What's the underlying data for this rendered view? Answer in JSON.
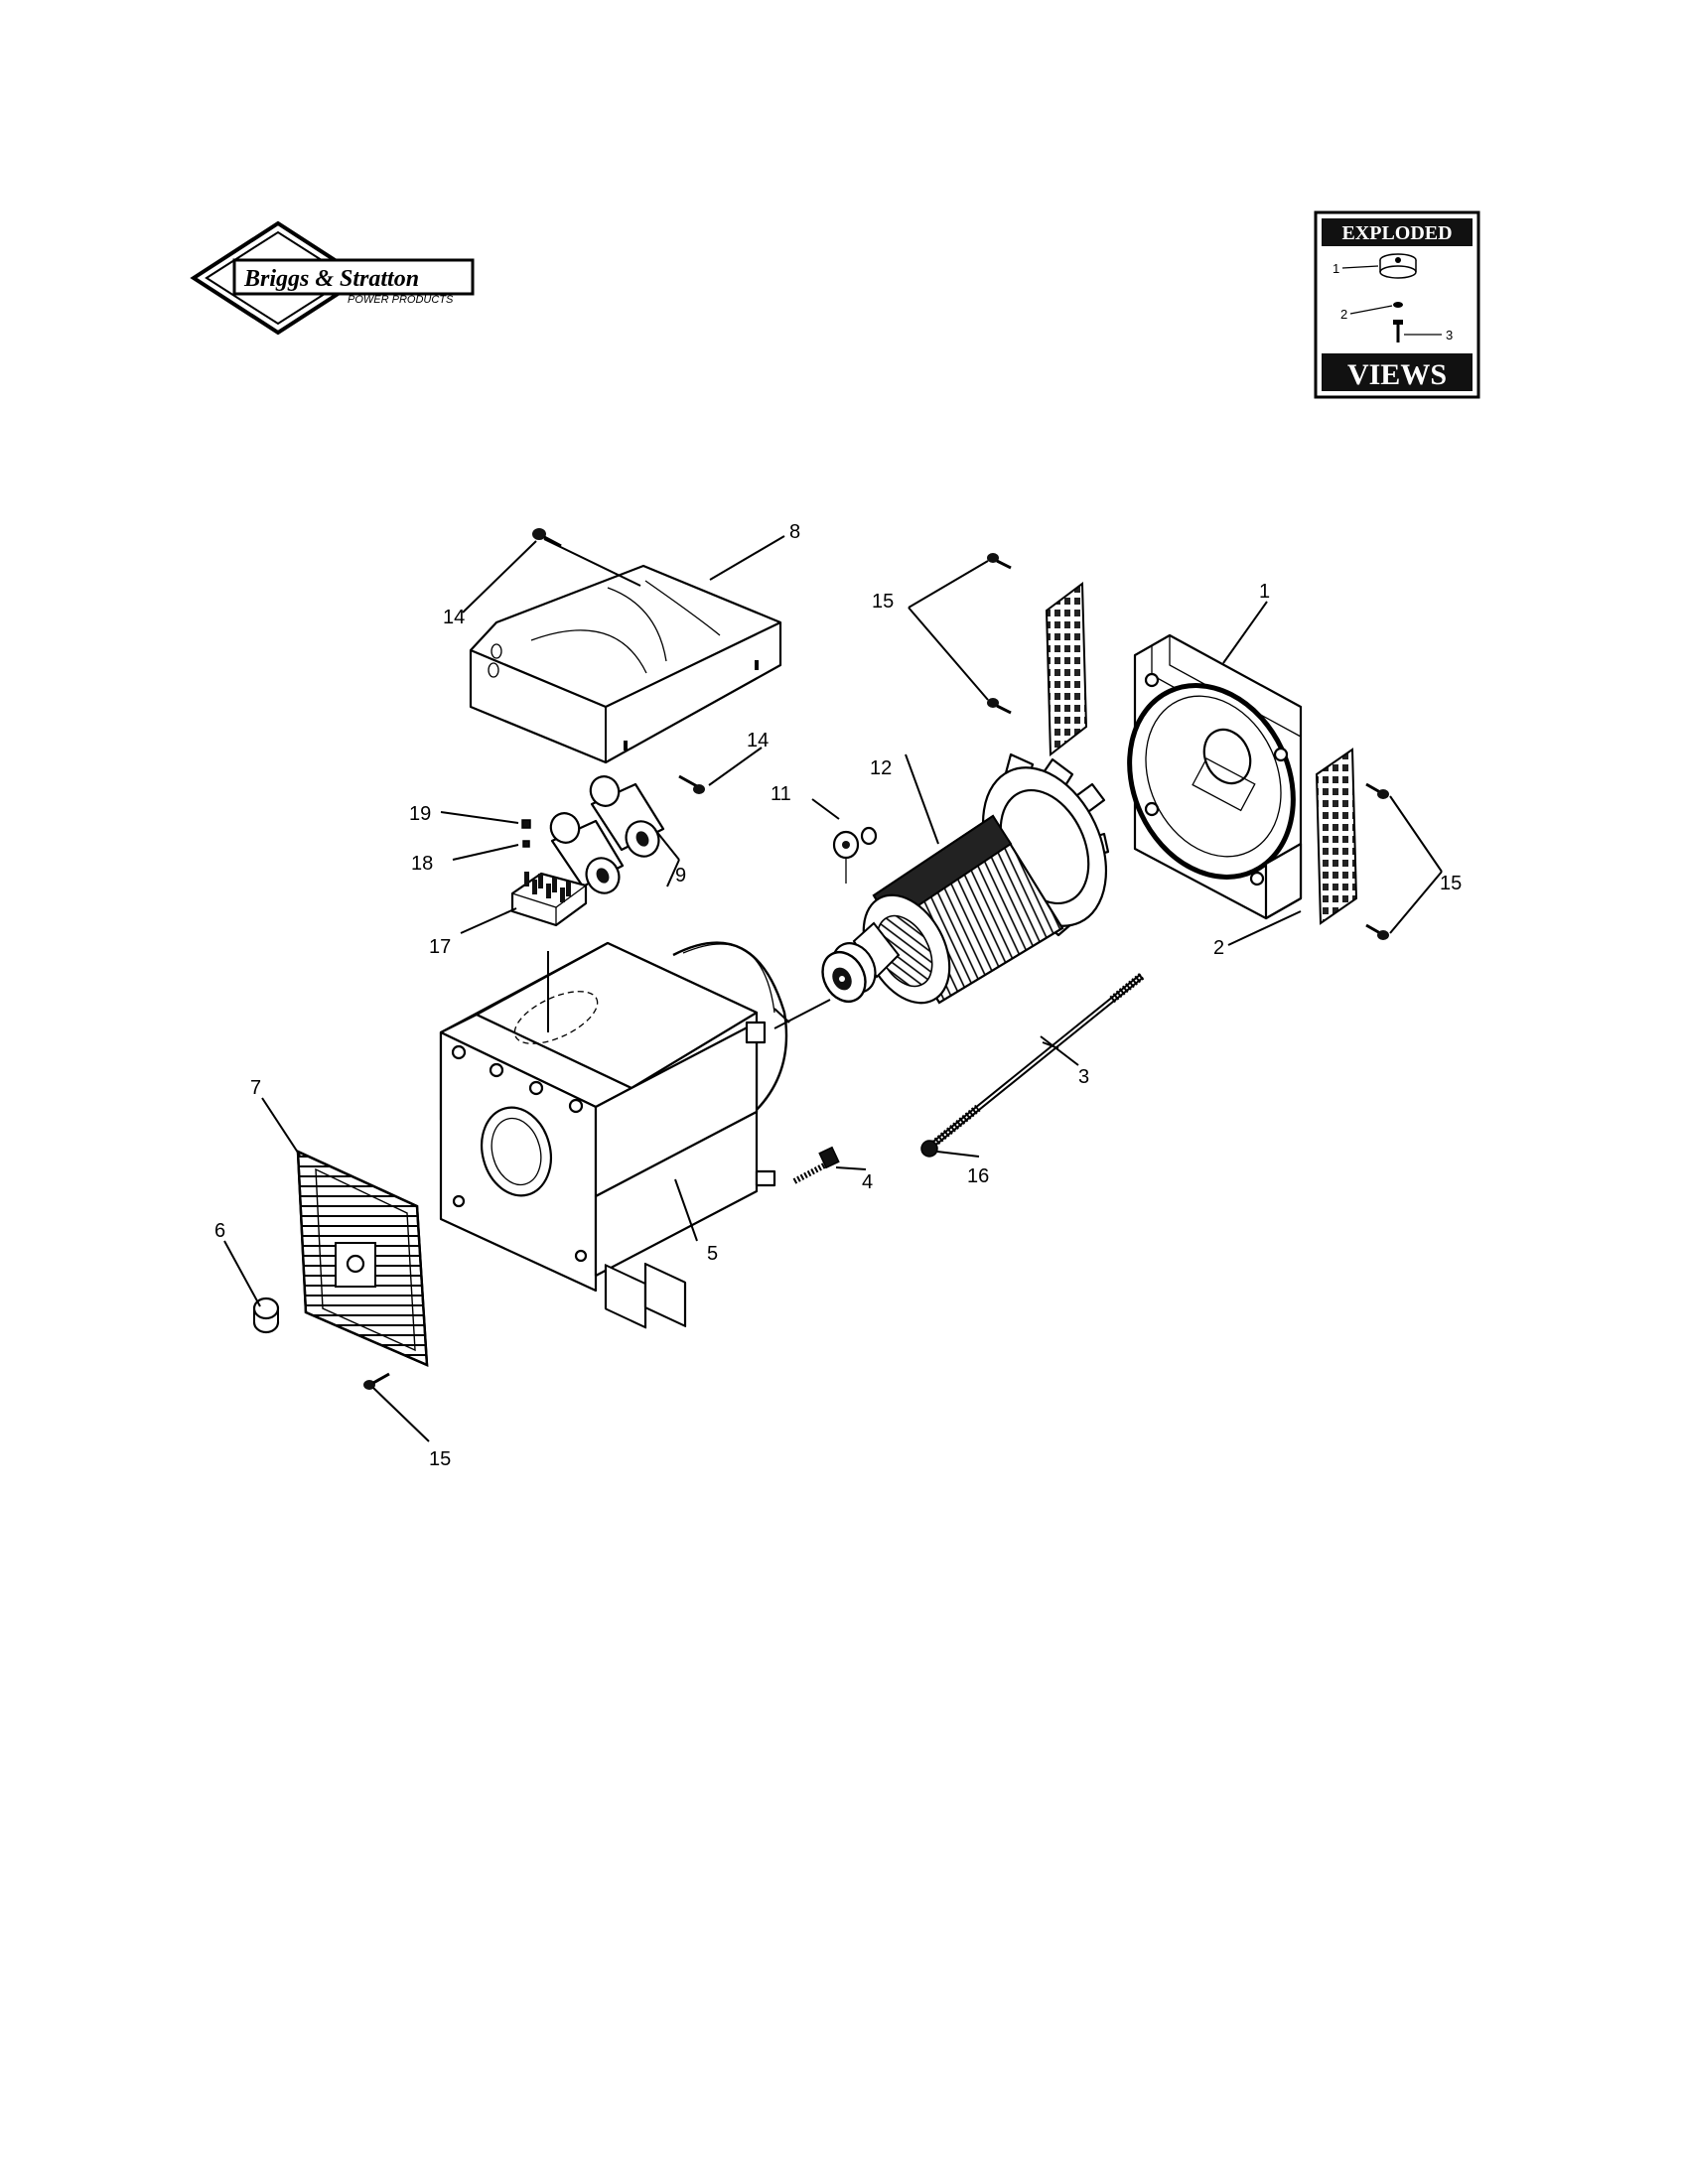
{
  "logo": {
    "brand": "Briggs & Stratton",
    "sub": "POWER PRODUCTS"
  },
  "badge": {
    "top": "EXPLODED",
    "bottom": "VIEWS",
    "callouts": [
      "1",
      "2",
      "3"
    ]
  },
  "callouts": {
    "c1": "1",
    "c2": "2",
    "c3": "3",
    "c4": "4",
    "c5": "5",
    "c6": "6",
    "c7": "7",
    "c8": "8",
    "c9": "9",
    "c11": "11",
    "c12": "12",
    "c14a": "14",
    "c14b": "14",
    "c15a": "15",
    "c15b": "15",
    "c15c": "15",
    "c16": "16",
    "c17": "17",
    "c18": "18",
    "c19": "19"
  }
}
